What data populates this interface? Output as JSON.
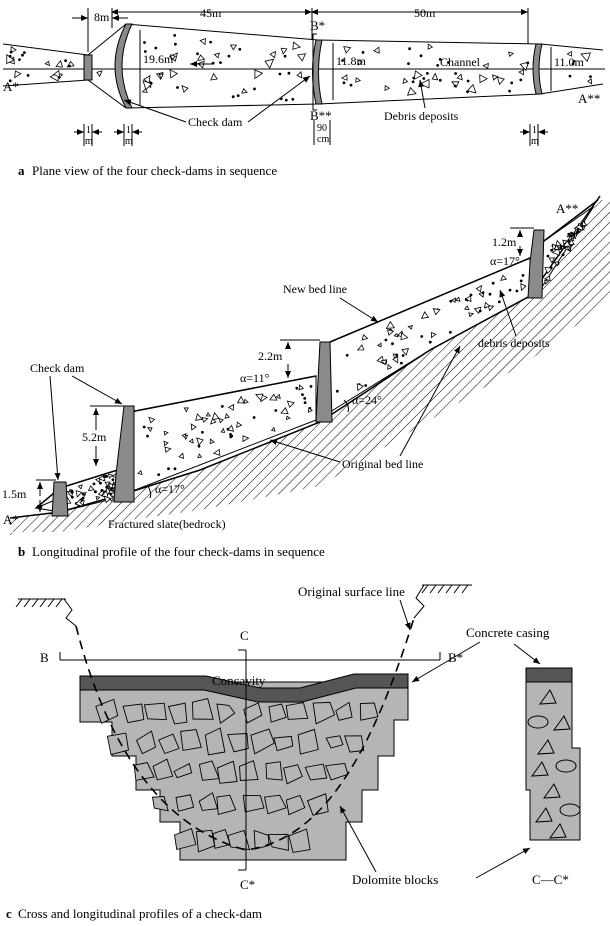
{
  "panel_a": {
    "caption_letter": "a",
    "caption_text": "Plane view of the four check-dams in sequence",
    "dims": {
      "d1": "8m",
      "d2": "45m",
      "d3": "50m"
    },
    "widths": {
      "w1": "19.6m",
      "w2": "11.8m",
      "w3": "11.0m"
    },
    "thickness": {
      "t_left": "1",
      "t_left_unit": "m",
      "t_mid": "1",
      "t_mid_unit": "m",
      "t_right": "1",
      "t_right_unit": "m",
      "t_90": "90",
      "t_90_unit": "cm"
    },
    "labels": {
      "a_star": "A*",
      "a_2star": "A**",
      "b_star": "B*",
      "b_2star": "B**",
      "channel": "Channel",
      "check_dam": "Check dam",
      "debris": "Debris deposits"
    }
  },
  "panel_b": {
    "caption_letter": "b",
    "caption_text": "Longitudinal profile of the four check-dams in sequence",
    "labels": {
      "a_star": "A*",
      "a_2star": "A**",
      "check_dam": "Check dam",
      "new_bed": "New bed line",
      "debris": "debris deposits",
      "original_bed": "Original bed line",
      "bedrock": "Fractured slate(bedrock)"
    },
    "heights": {
      "h1": "1.5m",
      "h2": "5.2m",
      "h3": "2.2m",
      "h4": "1.2m"
    },
    "angles": {
      "a17_low": "α=17°",
      "a11": "α=11°",
      "a24": "α=24°",
      "a17_top": "α=17°"
    }
  },
  "panel_c": {
    "caption_letter": "c",
    "caption_text": "Cross and longitudinal profiles of a check-dam",
    "labels": {
      "original_surface": "Original surface line",
      "concrete": "Concrete casing",
      "concavity": "Concavity",
      "dolomite": "Dolomite blocks",
      "b": "B",
      "b_star": "B*",
      "c": "C",
      "c_star": "C*",
      "cc": "C—C*"
    }
  }
}
